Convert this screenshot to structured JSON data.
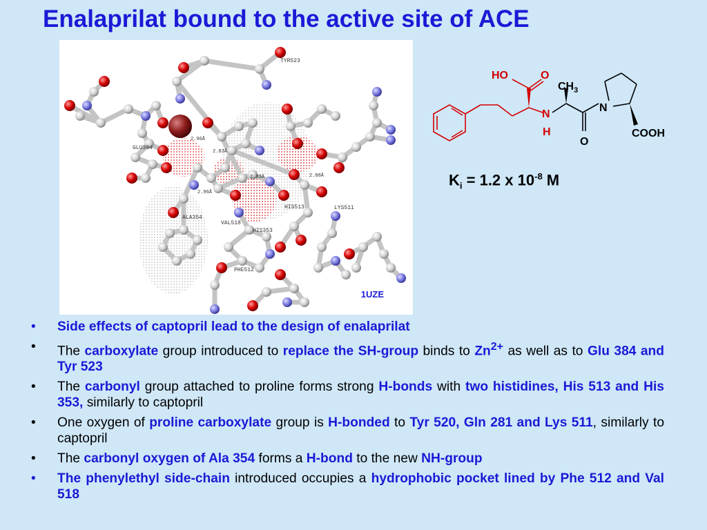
{
  "title": "Enalaprilat bound to the active site of ACE",
  "figure": {
    "pdb_code": "1UZE",
    "residue_labels": [
      "TYR523",
      "GLU384",
      "ALA354",
      "VAL518",
      "HIS513",
      "HIS353",
      "LYS511",
      "PHE512"
    ],
    "distance_labels": [
      "2.96Å",
      "2.83Å",
      "2.96Å",
      "2.83Å",
      "2.88Å"
    ]
  },
  "structure": {
    "ho": "HO",
    "o_top": "O",
    "ch3": "CH",
    "ch3_sub": "3",
    "n_amine": "N",
    "h_amine": "H",
    "n_ring": "N",
    "o_bottom": "O",
    "cooh": "COOH"
  },
  "ki": {
    "k": "K",
    "k_sub": "i",
    "eq": " = 1.2 x 10",
    "exp": "-8",
    "unit": " M"
  },
  "bullets": [
    {
      "blue_bullet": true,
      "parts": [
        {
          "t": "Side effects of captopril lead to the design of enalaprilat",
          "b": true
        }
      ]
    },
    {
      "blue_bullet": false,
      "parts": [
        {
          "t": "The ",
          "b": false
        },
        {
          "t": "carboxylate",
          "b": true
        },
        {
          "t": " group introduced to ",
          "b": false
        },
        {
          "t": "replace the SH-group",
          "b": true
        },
        {
          "t": " binds to ",
          "b": false
        },
        {
          "t": "Zn",
          "b": true
        },
        {
          "t": "2+",
          "b": true,
          "sup": true
        },
        {
          "t": " as well as to ",
          "b": false
        },
        {
          "t": "Glu 384 and Tyr 523",
          "b": true
        }
      ]
    },
    {
      "blue_bullet": false,
      "parts": [
        {
          "t": "The ",
          "b": false
        },
        {
          "t": "carbonyl",
          "b": true
        },
        {
          "t": " group attached to proline forms strong ",
          "b": false
        },
        {
          "t": "H-bonds",
          "b": true
        },
        {
          "t": " with ",
          "b": false
        },
        {
          "t": "two histidines, His 513 and His 353,",
          "b": true
        },
        {
          "t": " similarly to captopril",
          "b": false
        }
      ]
    },
    {
      "blue_bullet": false,
      "parts": [
        {
          "t": "One oxygen of ",
          "b": false
        },
        {
          "t": "proline carboxylate",
          "b": true
        },
        {
          "t": " group is ",
          "b": false
        },
        {
          "t": "H-bonded",
          "b": true
        },
        {
          "t": " to ",
          "b": false
        },
        {
          "t": "Tyr 520, Gln 281 and Lys 511",
          "b": true
        },
        {
          "t": ", similarly to captopril",
          "b": false
        }
      ]
    },
    {
      "blue_bullet": false,
      "parts": [
        {
          "t": "The ",
          "b": false
        },
        {
          "t": "carbonyl oxygen of Ala 354",
          "b": true
        },
        {
          "t": " forms a ",
          "b": false
        },
        {
          "t": "H-bond",
          "b": true
        },
        {
          "t": " to the new ",
          "b": false
        },
        {
          "t": "NH-group",
          "b": true
        }
      ]
    },
    {
      "blue_bullet": true,
      "parts": [
        {
          "t": "The phenylethyl side-chain",
          "b": true
        },
        {
          "t": " introduced occupies a ",
          "b": false
        },
        {
          "t": "hydrophobic pocket lined by Phe 512 and Val 518",
          "b": true
        }
      ]
    }
  ],
  "colors": {
    "background": "#cfe7f7",
    "title_blue": "#1a1ad6",
    "emphasis_blue": "#1a1ad6",
    "oxygen_red": "#d40000",
    "nitrogen_blue": "#7a7ae0",
    "carbon_grey": "#d8d8d8",
    "zinc": "#8b1a1a"
  }
}
